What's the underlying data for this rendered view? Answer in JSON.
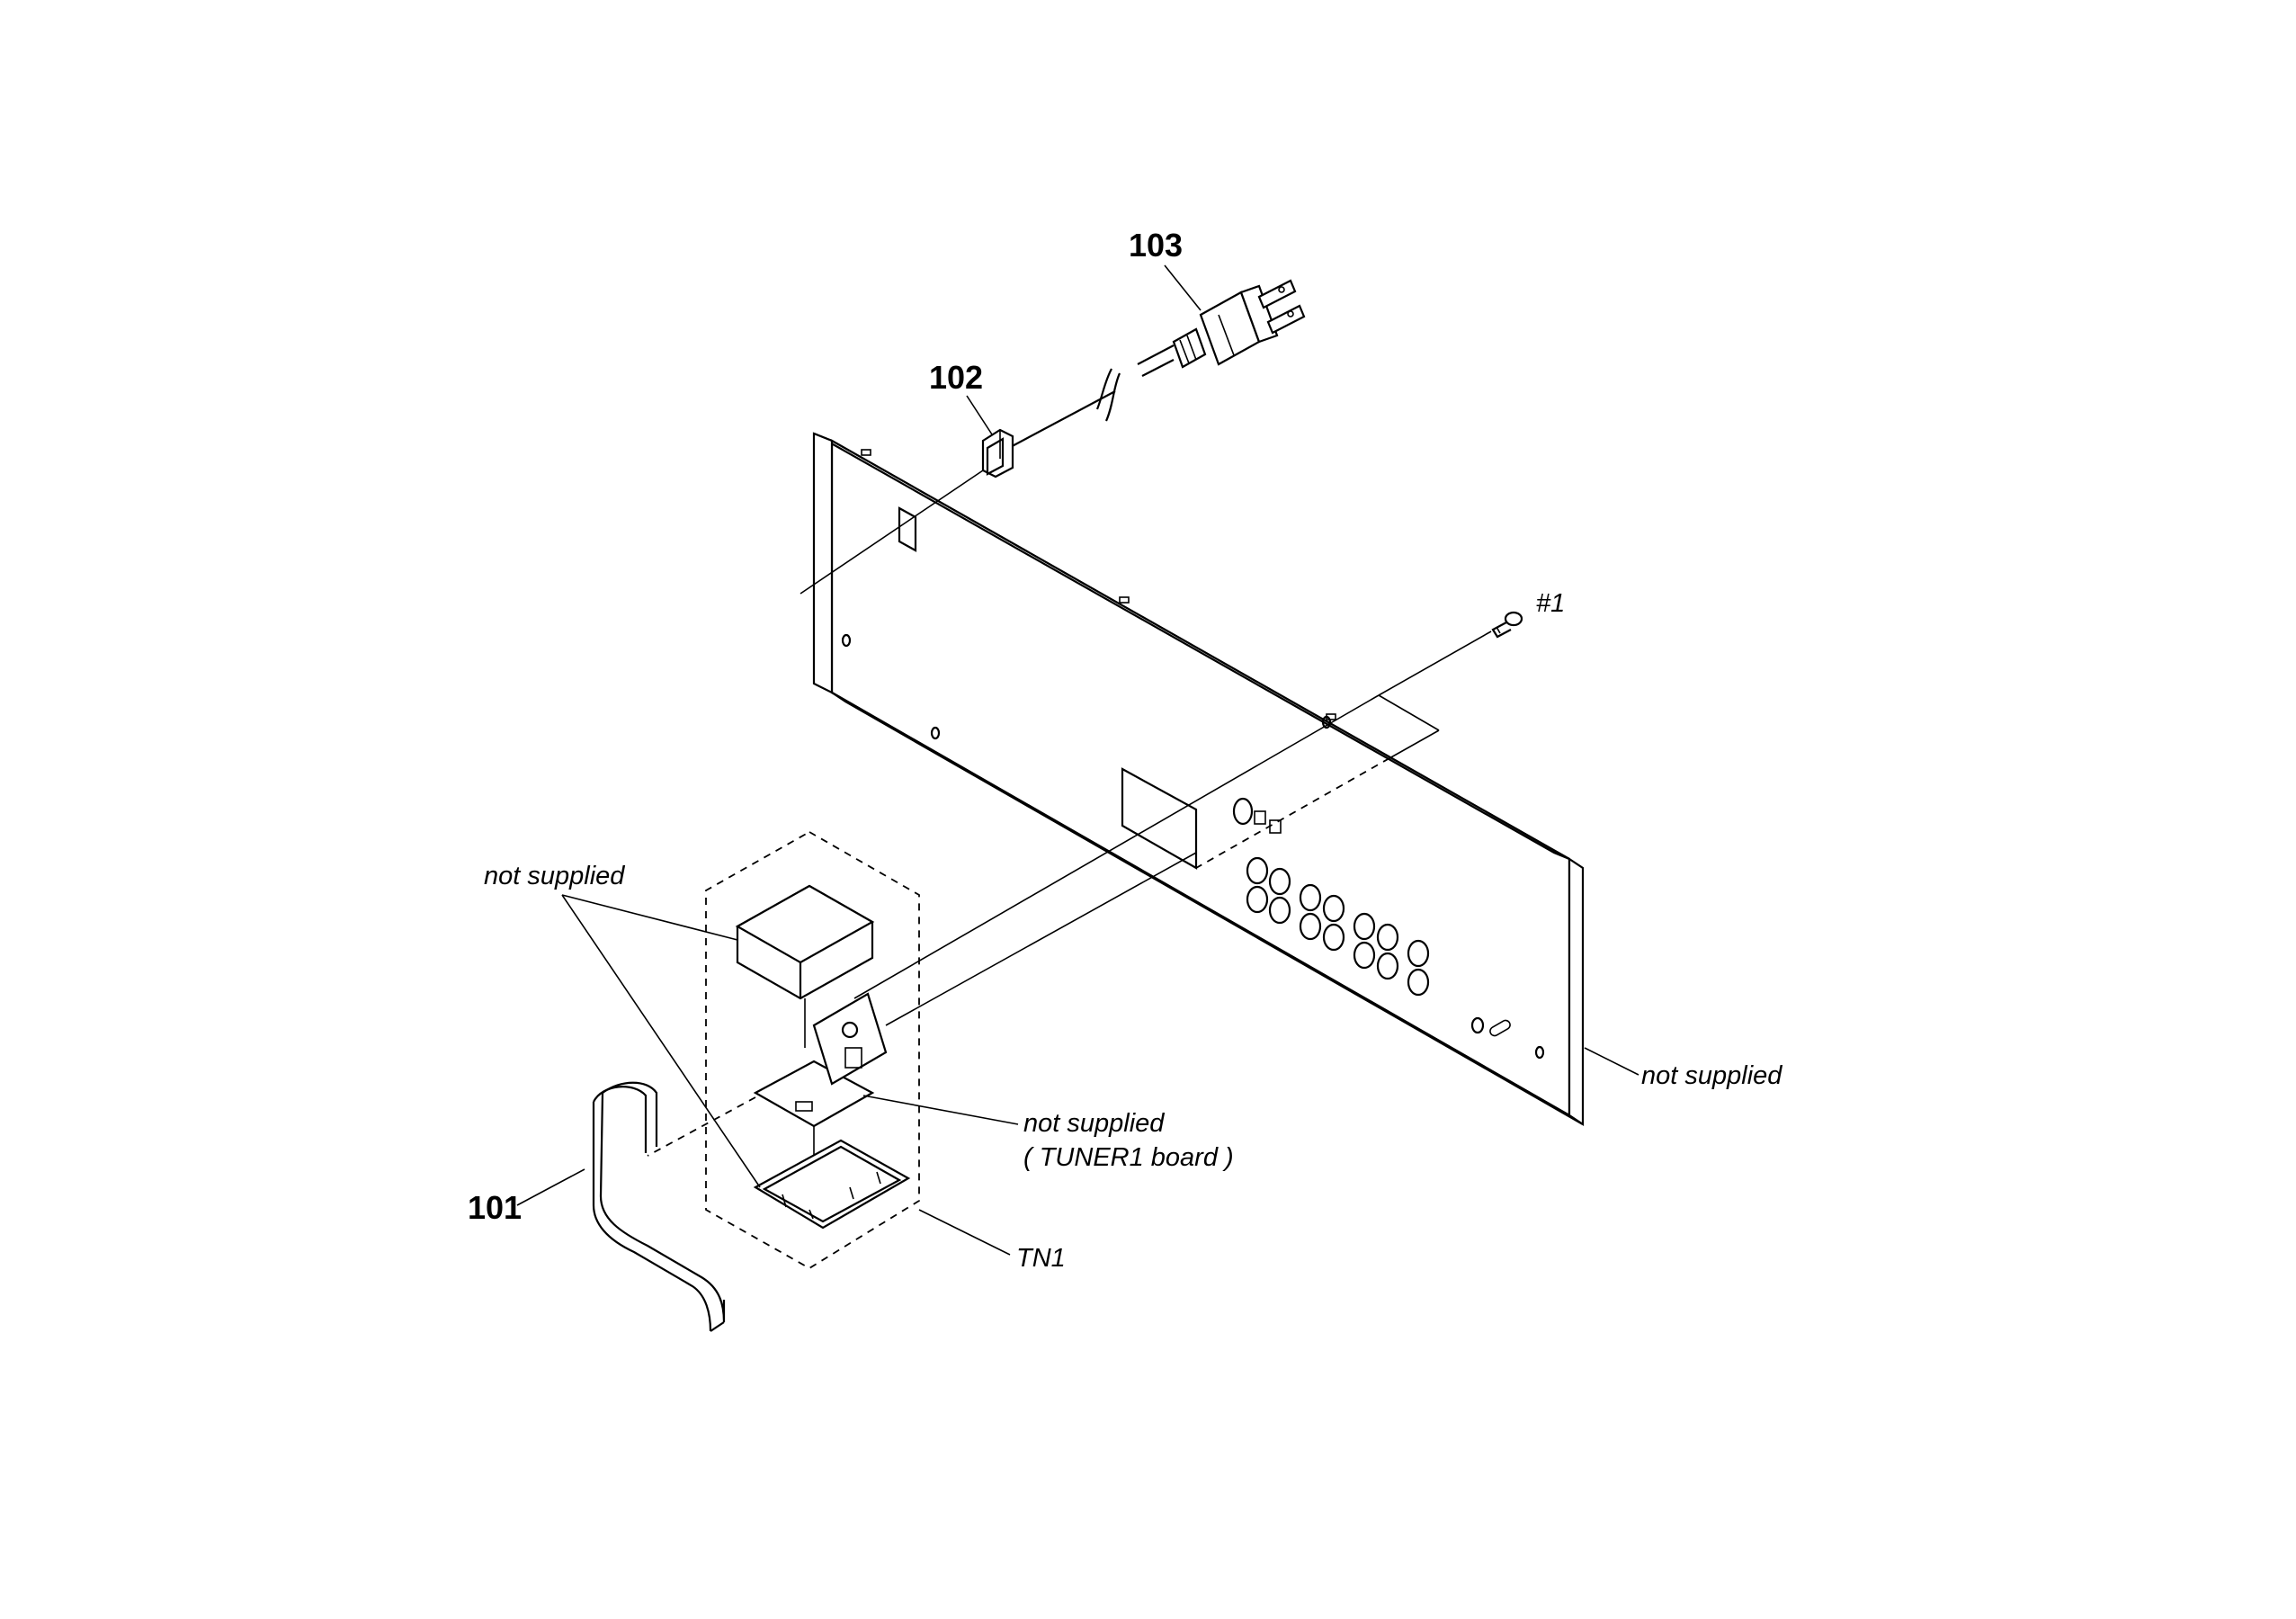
{
  "diagram": {
    "parts": {
      "p103": "103",
      "p102": "102",
      "p101": "101",
      "screw": "#1",
      "tn1": "TN1"
    },
    "notes": {
      "not_supplied_left": "not supplied",
      "not_supplied_right": "not supplied",
      "not_supplied_board": "not supplied",
      "tuner_board": "( TUNER1 board )"
    }
  }
}
